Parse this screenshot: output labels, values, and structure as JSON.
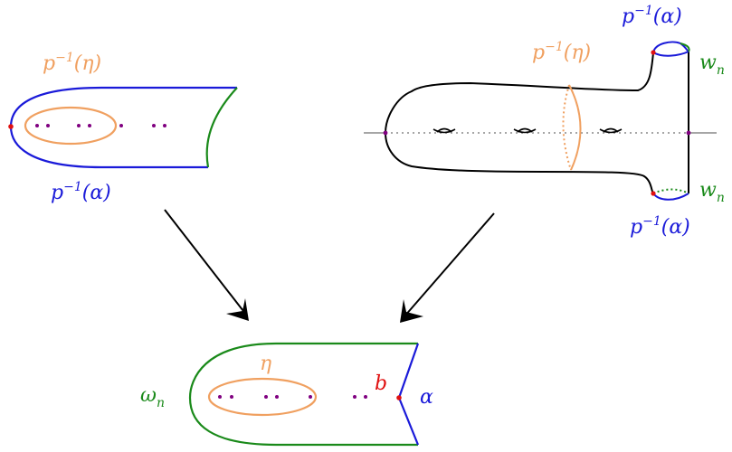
{
  "colors": {
    "blue": "#1a1ad9",
    "green": "#1a8a1a",
    "orange": "#f0a060",
    "red": "#e01010",
    "purple": "#800080",
    "black": "#000000",
    "gray": "#888888"
  },
  "labels": {
    "preimage_eta": {
      "base": "p",
      "sup": "−1",
      "arg": "(η)"
    },
    "preimage_alpha": {
      "base": "p",
      "sup": "−1",
      "arg": "(α)"
    },
    "omega_n": {
      "base": "ω",
      "sub": "n"
    },
    "w_n": {
      "base": "w",
      "sub": "n"
    },
    "eta": "η",
    "alpha": "α",
    "b": "b"
  }
}
